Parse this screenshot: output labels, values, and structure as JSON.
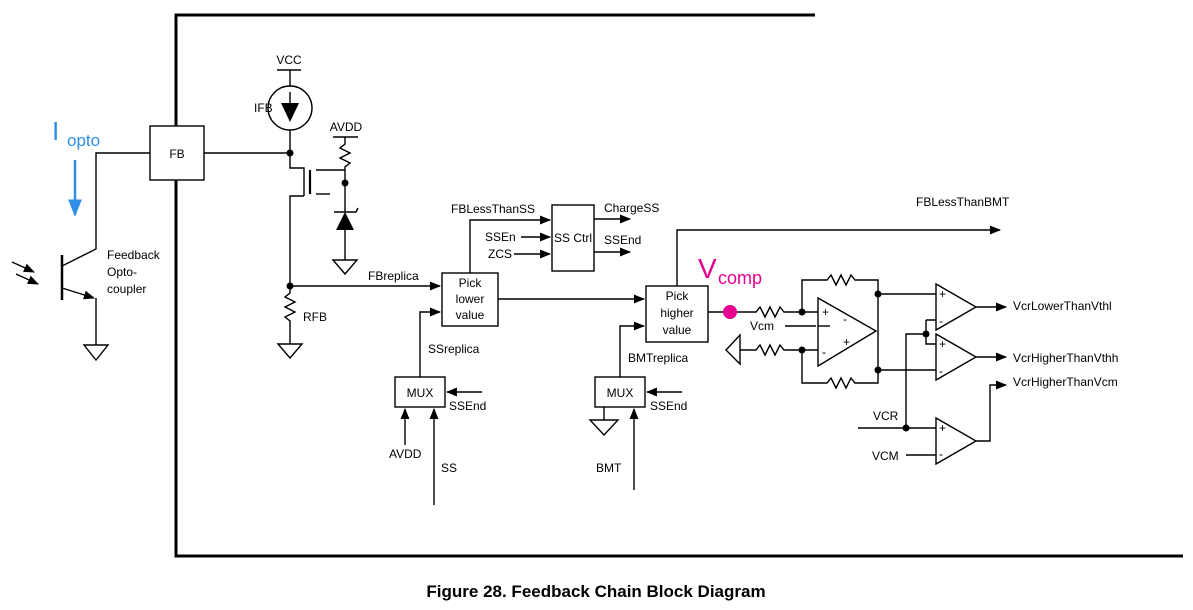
{
  "caption": "Figure 28.  Feedback Chain Block Diagram",
  "annotations": {
    "iopto_main": "I",
    "iopto_sub": "opto",
    "vcomp_main": "V",
    "vcomp_sub": "comp",
    "iopto_color": "#2f8ee8",
    "vcomp_color": "#e6008f"
  },
  "blocks": {
    "fb": "FB",
    "ss_ctrl": "SS Ctrl",
    "pick_lower": [
      "Pick",
      "lower",
      "value"
    ],
    "pick_higher": [
      "Pick",
      "higher",
      "value"
    ],
    "mux_ss": "MUX",
    "mux_bmt": "MUX"
  },
  "labels": {
    "vcc": "VCC",
    "ifb": "IFB",
    "avdd_top": "AVDD",
    "rfb": "RFB",
    "fbreplica": "FBreplica",
    "opto": [
      "Feedback",
      "Opto-",
      "coupler"
    ],
    "fblessthanss": "FBLessThanSS",
    "ssen": "SSEn",
    "zcs": "ZCS",
    "chargess": "ChargeSS",
    "ssend_ctrl": "SSEnd",
    "fblessthanbmt": "FBLessThanBMT",
    "ssreplica": "SSreplica",
    "ssend_mux1": "SSEnd",
    "avdd_mux": "AVDD",
    "ss": "SS",
    "bmtreplica": "BMTreplica",
    "ssend_mux2": "SSEnd",
    "bmt": "BMT",
    "vcm_amp": "Vcm",
    "vcr_lower_vthl": "VcrLowerThanVthl",
    "vcr_higher_vthh": "VcrHigherThanVthh",
    "vcr_higher_vcm": "VcrHigherThanVcm",
    "vcr": "VCR",
    "vcm_in": "VCM"
  }
}
